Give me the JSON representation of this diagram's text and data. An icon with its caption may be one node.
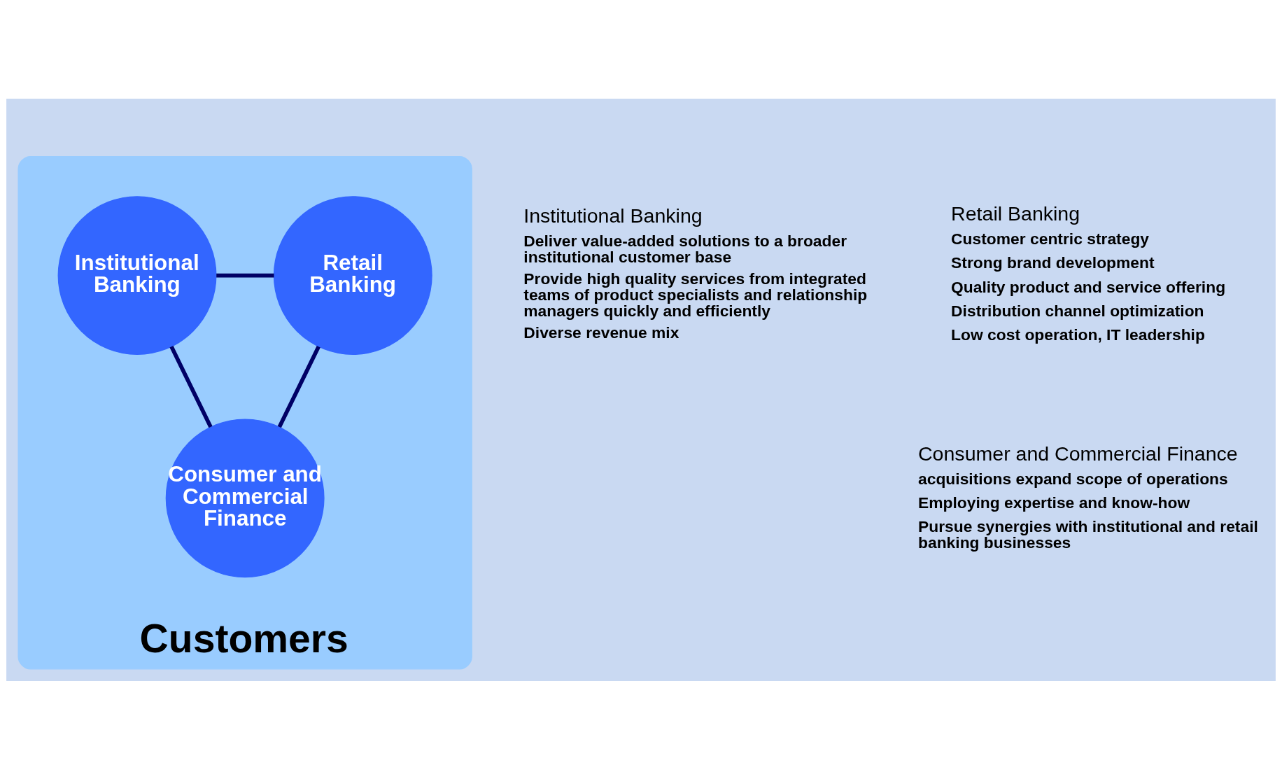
{
  "diagram": {
    "nodes": [
      {
        "text": [
          "Customers"
        ]
      },
      {
        "text": [
          "Institutional Banking"
        ],
        "in": 0,
        "beside": [
          "Institutional Banking",
          "Deliver value-added solutions to a broader institutional customer base",
          "Provide high quality services from integrated teams of product specialists and relationship managers quickly and efficiently",
          "Diverse revenue mix"
        ]
      },
      {
        "text": [
          "Retail Banking"
        ],
        "in": 0,
        "beside": [
          "Retail Banking",
          "Customer centric strategy",
          "Strong brand development",
          "Quality product and service offering",
          "Distribution channel optimization",
          "Low cost operation, IT leadership"
        ]
      },
      {
        "text": [
          "Consumer and Commercial Finance"
        ],
        "in": 0,
        "beside": [
          "Consumer and Commercial Finance",
          "acquisitions expand scope of operations",
          "Employing expertise and know-how",
          "Pursue synergies with institutional and retail banking businesses"
        ]
      }
    ],
    "edges": [
      {
        "from": 1,
        "to": 2,
        "arrow": "none"
      },
      {
        "from": 2,
        "to": 3,
        "arrow": "none"
      },
      {
        "from": 3,
        "to": 1,
        "arrow": "none"
      }
    ]
  }
}
